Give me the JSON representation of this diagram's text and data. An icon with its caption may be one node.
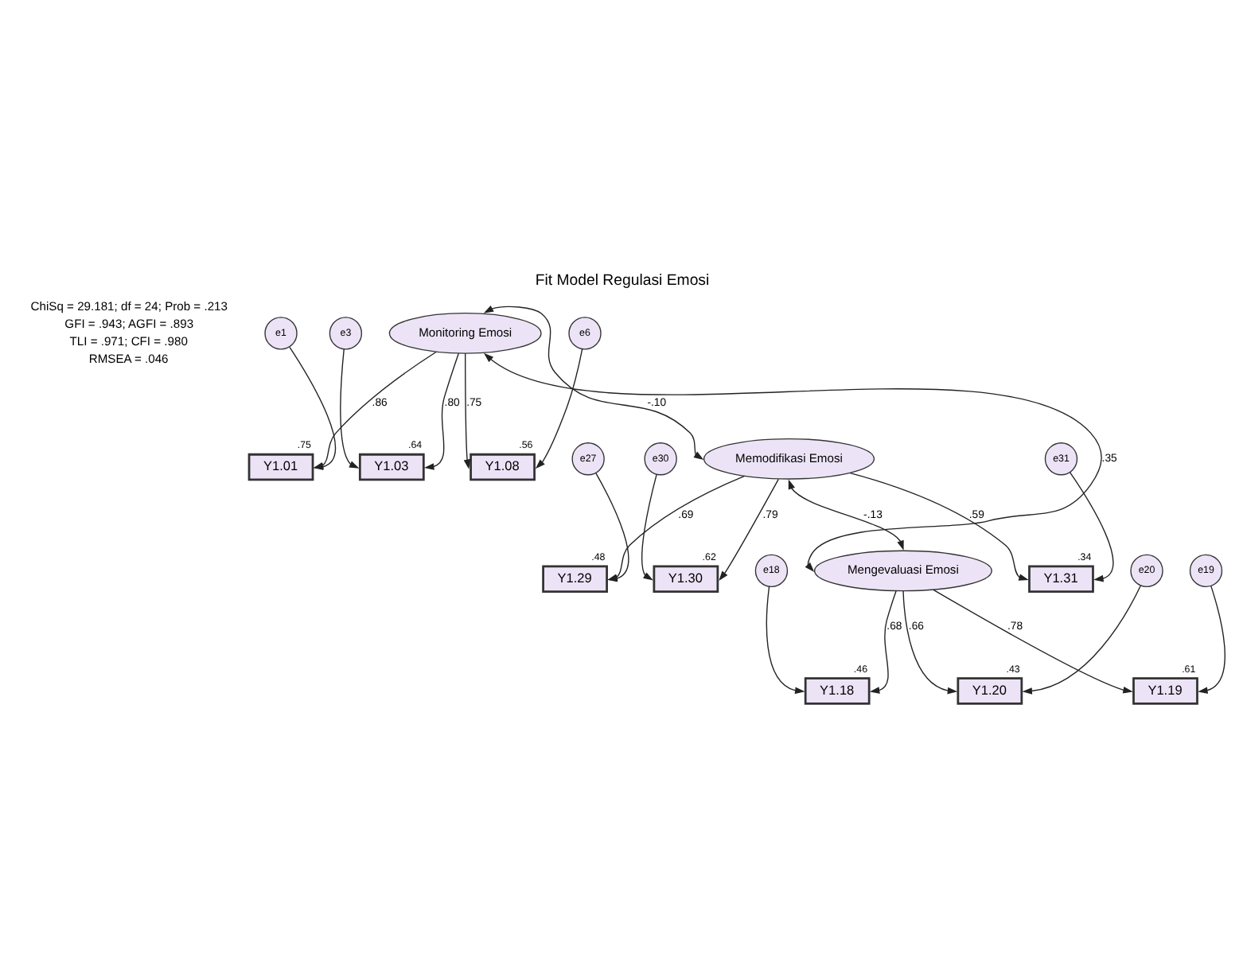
{
  "diagram": {
    "title": "Fit Model Regulasi Emosi",
    "nodes": [
      {
        "text": [
          "e1"
        ]
      },
      {
        "text": [
          "Y1.01"
        ],
        "beside": [
          ".75"
        ]
      },
      {
        "text": [
          "e3"
        ]
      },
      {
        "text": [
          "Y1.03"
        ],
        "beside": [
          ".64"
        ]
      },
      {
        "text": [
          "e6"
        ]
      },
      {
        "text": [
          "Y1.08"
        ],
        "beside": [
          ".56"
        ]
      },
      {
        "text": [
          "Monitoring Emosi"
        ]
      },
      {
        "text": [
          "Memodifikasi Emosi"
        ]
      },
      {
        "text": [
          "Y1.29"
        ],
        "beside": [
          ".48"
        ]
      },
      {
        "text": [
          "e27"
        ]
      },
      {
        "text": [
          "Y1.30"
        ],
        "beside": [
          ".62"
        ]
      },
      {
        "text": [
          "e30"
        ]
      },
      {
        "text": [
          "Y1.31"
        ],
        "beside": [
          ".34"
        ]
      },
      {
        "text": [
          "e31"
        ]
      },
      {
        "text": [
          "Mengevaluasi Emosi"
        ]
      },
      {
        "text": [
          "Y1.18"
        ],
        "beside": [
          ".46"
        ]
      },
      {
        "text": [
          "Y1.19"
        ],
        "beside": [
          ".61"
        ]
      },
      {
        "text": [
          "Y1.20"
        ],
        "beside": [
          ".43"
        ]
      },
      {
        "text": [
          "e18"
        ]
      },
      {
        "text": [
          "e19"
        ]
      },
      {
        "text": [
          "e20"
        ]
      }
    ],
    "edges": [
      {
        "from": 0,
        "to": 1,
        "arrow": "to"
      },
      {
        "from": 2,
        "to": 3,
        "arrow": "to"
      },
      {
        "from": 4,
        "to": 5,
        "arrow": "to"
      },
      {
        "from": 6,
        "to": 1,
        "arrow": "to",
        "label": ".86"
      },
      {
        "from": 6,
        "to": 3,
        "arrow": "to",
        "label": ".80"
      },
      {
        "from": 6,
        "to": 5,
        "arrow": "to",
        "label": ".75"
      },
      {
        "from": 6,
        "to": 7,
        "arrow": "both",
        "label": "-.10"
      },
      {
        "from": 7,
        "to": 8,
        "arrow": "to",
        "label": ".69"
      },
      {
        "from": 7,
        "to": 10,
        "arrow": "to",
        "label": ".79"
      },
      {
        "from": 7,
        "to": 12,
        "arrow": "to",
        "label": ".59"
      },
      {
        "from": 9,
        "to": 8,
        "arrow": "to"
      },
      {
        "from": 11,
        "to": 10,
        "arrow": "to"
      },
      {
        "from": 13,
        "to": 12,
        "arrow": "to"
      },
      {
        "from": 7,
        "to": 14,
        "arrow": "both",
        "label": "-.13"
      },
      {
        "from": 6,
        "to": 14,
        "arrow": "both",
        "label": ".35"
      },
      {
        "from": 14,
        "to": 15,
        "arrow": "to",
        "label": ".68"
      },
      {
        "from": 14,
        "to": 16,
        "arrow": "to",
        "label": ".78"
      },
      {
        "from": 14,
        "to": 17,
        "arrow": "to",
        "label": ".66"
      },
      {
        "from": 18,
        "to": 15,
        "arrow": "to"
      },
      {
        "from": 19,
        "to": 16,
        "arrow": "to"
      },
      {
        "from": 20,
        "to": 17,
        "arrow": "to"
      }
    ],
    "labels": [
      "ChiSq = 29.181; df = 24; Prob = .213",
      "GFI = .943; AGFI = .893",
      "TLI = .971; CFI = .980",
      "RMSEA = .046"
    ]
  }
}
